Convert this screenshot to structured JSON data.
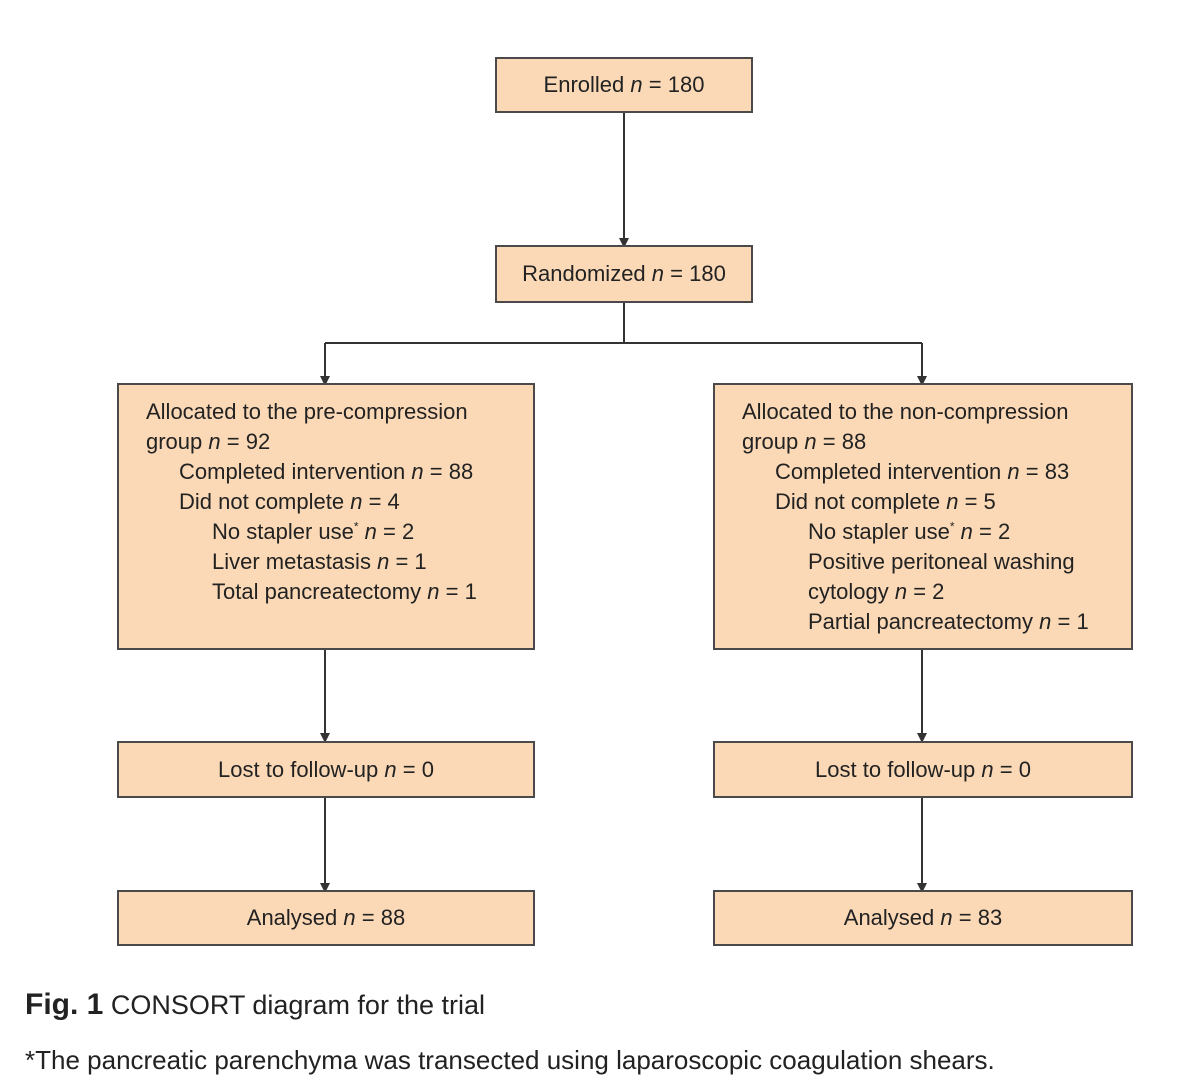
{
  "enrolled": {
    "label": "Enrolled",
    "n_sym": "n",
    "value": "= 180"
  },
  "randomized": {
    "label": "Randomized",
    "n_sym": "n",
    "value": "= 180"
  },
  "left_arm": {
    "title_line1": "Allocated to the pre-compression",
    "title_line2": "group",
    "title_value": "= 92",
    "completed_label": "Completed intervention",
    "completed_value": "= 88",
    "not_completed_label": "Did not complete",
    "not_completed_value": "= 4",
    "reasons": [
      {
        "label": "No stapler use",
        "marker": "*",
        "value": "= 2"
      },
      {
        "label": "Liver metastasis",
        "value": "= 1"
      },
      {
        "label": "Total pancreatectomy",
        "value": "= 1"
      }
    ],
    "lost_label": "Lost to follow-up",
    "lost_value": "= 0",
    "analysed_label": "Analysed",
    "analysed_value": "= 88"
  },
  "right_arm": {
    "title_line1": "Allocated to the non-compression",
    "title_line2": "group",
    "title_value": "= 88",
    "completed_label": "Completed intervention",
    "completed_value": "= 83",
    "not_completed_label": "Did not complete",
    "not_completed_value": "= 5",
    "reasons": [
      {
        "label": "No stapler use",
        "marker": "*",
        "value": "= 2"
      },
      {
        "label": "Positive peritoneal washing",
        "label_cont": "cytology",
        "value": "= 2"
      },
      {
        "label": "Partial pancreatectomy",
        "value": "= 1"
      }
    ],
    "lost_label": "Lost to follow-up",
    "lost_value": "= 0",
    "analysed_label": "Analysed",
    "analysed_value": "= 83"
  },
  "n_symbol": "n",
  "caption": {
    "fig_label": "Fig. 1",
    "text": "CONSORT diagram for the trial"
  },
  "footnote": "*The pancreatic parenchyma was transected using laparoscopic coagulation shears.",
  "colors": {
    "box_fill": "#fbd9b6",
    "box_border": "#4a4a4a",
    "connector": "#333333",
    "text": "#222222"
  }
}
